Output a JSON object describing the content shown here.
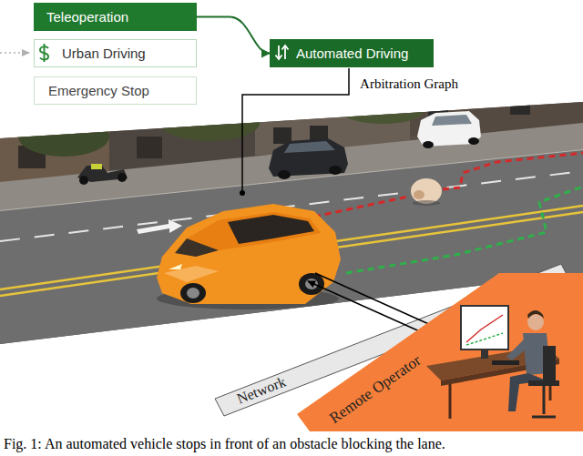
{
  "diagram": {
    "caption": "Fig. 1: An automated vehicle stops in front of an obstacle blocking the lane.",
    "nodes": [
      {
        "text": [
          "Teleoperation"
        ]
      },
      {
        "text": [
          "Urban Driving"
        ]
      },
      {
        "text": [
          "Emergency Stop"
        ]
      },
      {
        "text": [
          "Automated Driving"
        ]
      }
    ],
    "edges": [
      {
        "from": 0,
        "to": 3,
        "arrow": "to"
      }
    ],
    "labels": [
      "Arbitration Graph",
      "Network",
      "Remote Operator"
    ]
  }
}
